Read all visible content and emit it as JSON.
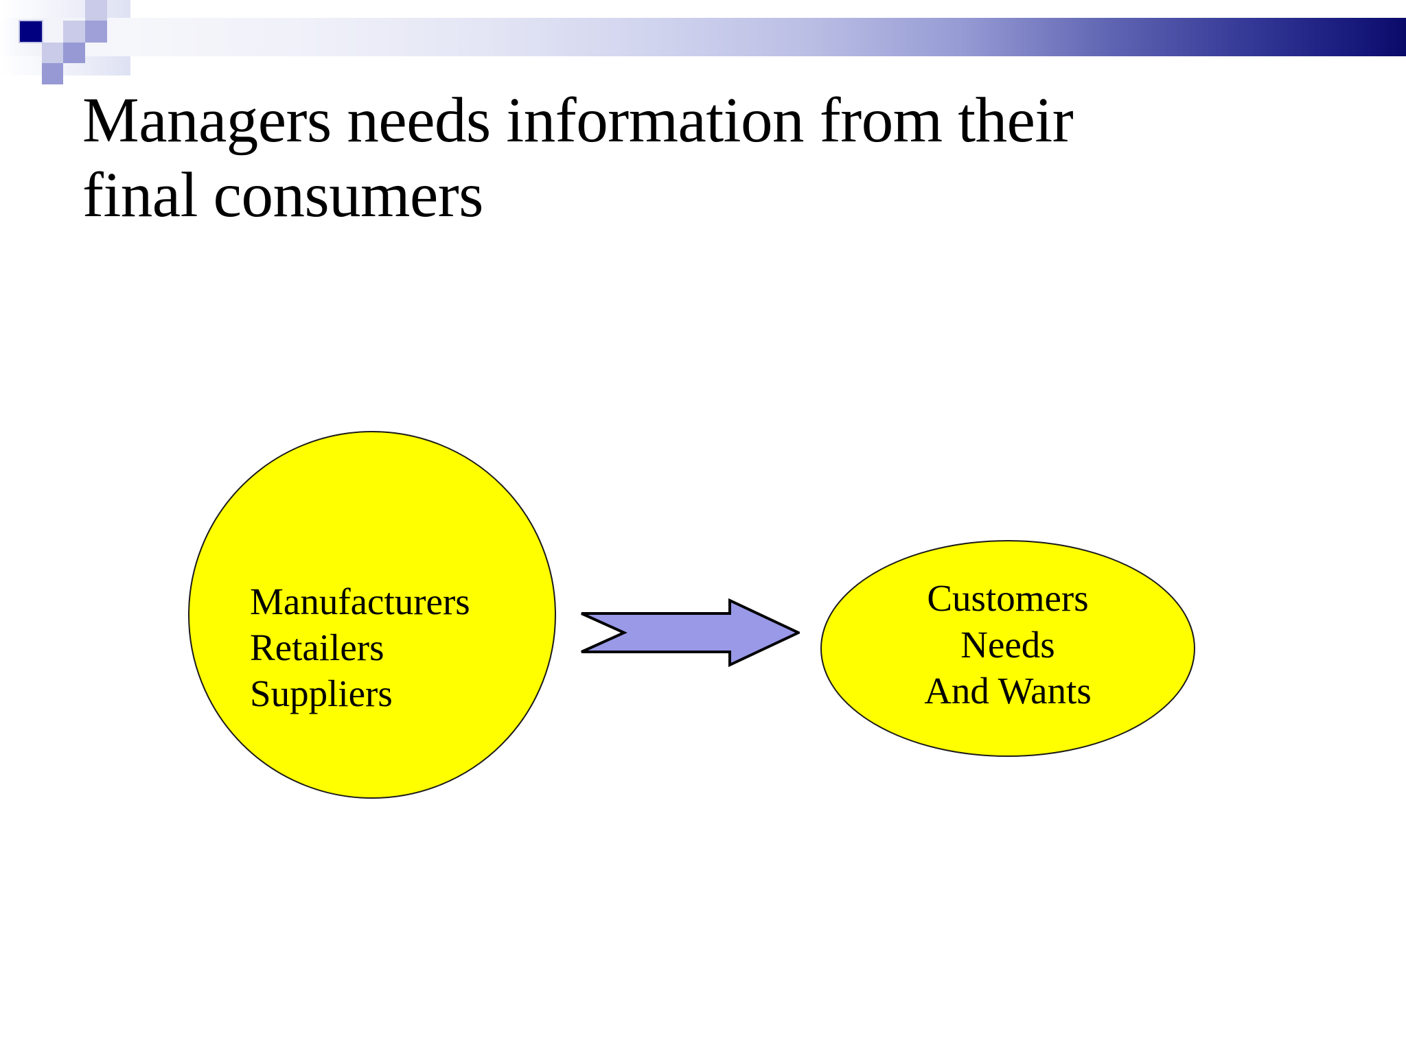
{
  "slide": {
    "background_color": "#FFFFFF",
    "title": "Managers needs information from their\nfinal consumers"
  },
  "header": {
    "accent_gradient_start": "#FFFFFF",
    "accent_gradient_end": "#0A0A69",
    "checker_navy": "#000080",
    "checker_mid": "#9699D4",
    "checker_light": "#C9CBE8"
  },
  "diagram": {
    "type": "flow",
    "source": {
      "shape": "circle",
      "fill_color": "#FFFF00",
      "border_color": "#1A1A1A",
      "text": "Manufacturers\nRetailers\nSuppliers",
      "lines": [
        "Manufacturers",
        "Retailers",
        "Suppliers"
      ]
    },
    "connector": {
      "shape": "right-arrow",
      "fill_color": "#9999E8",
      "border_color": "#000000",
      "direction": "right"
    },
    "target": {
      "shape": "ellipse",
      "fill_color": "#FFFF00",
      "border_color": "#1A1A1A",
      "text": "Customers\nNeeds\nAnd Wants",
      "lines": [
        "Customers",
        "Needs",
        "And Wants"
      ]
    }
  }
}
